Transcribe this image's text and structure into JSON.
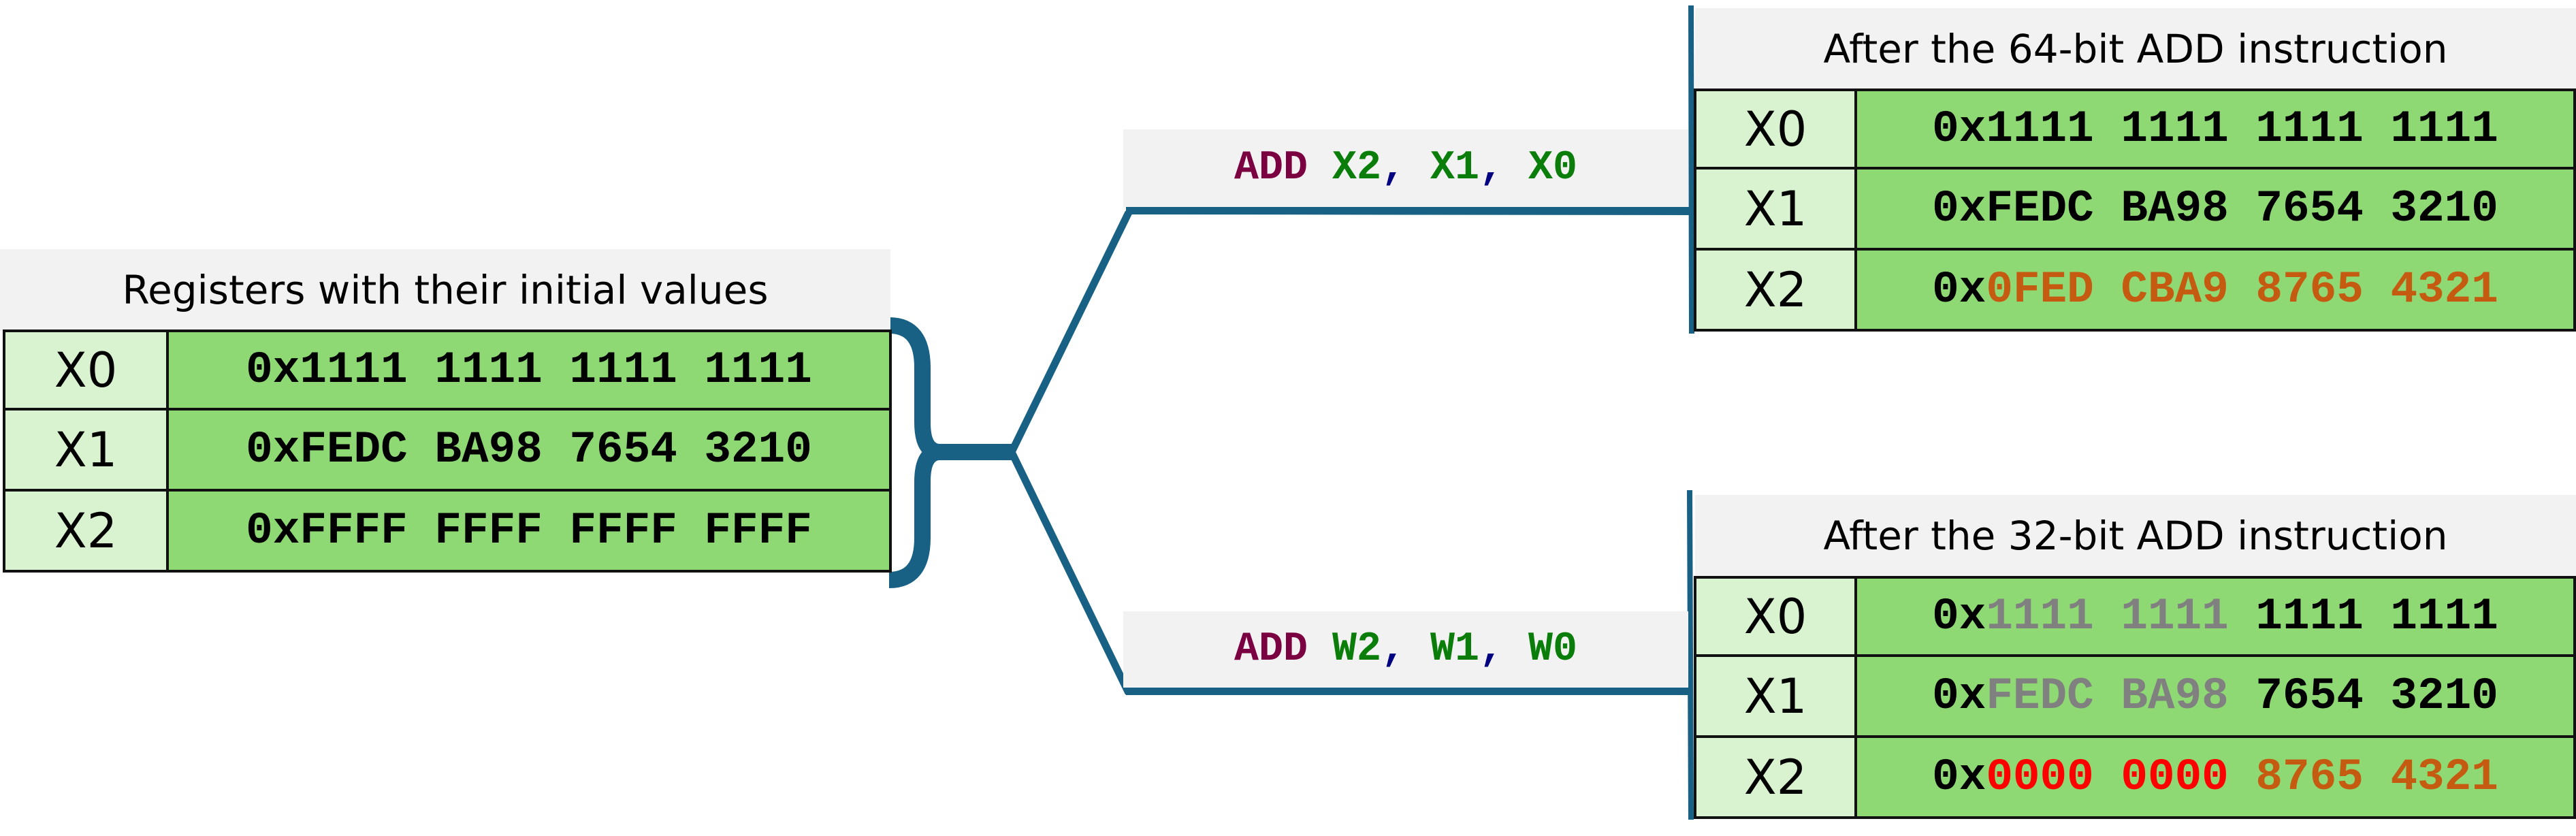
{
  "colors": {
    "connector": "#186184",
    "header_bg": "#f2f2f2",
    "reg_bg": "#d9f2d0",
    "value_bg": "#8fd974",
    "mnemonic": "#7b0041",
    "operand": "#0a7d0a",
    "comma": "#000080",
    "changed": "#c55a11",
    "ignored": "#808080",
    "zeroed": "#ff0000",
    "normal": "#000000"
  },
  "initial": {
    "title": "Registers with their initial values",
    "rows": [
      {
        "reg": "X0",
        "parts": [
          {
            "text": "0x1111 1111 1111 1111",
            "tone": "normal"
          }
        ]
      },
      {
        "reg": "X1",
        "parts": [
          {
            "text": "0xFEDC BA98 7654 3210",
            "tone": "normal"
          }
        ]
      },
      {
        "reg": "X2",
        "parts": [
          {
            "text": "0xFFFF FFFF FFFF FFFF",
            "tone": "normal"
          }
        ]
      }
    ]
  },
  "instr64": {
    "mnemonic": "ADD",
    "ops": [
      "X2",
      "X1",
      "X0"
    ],
    "comma": ","
  },
  "instr32": {
    "mnemonic": "ADD",
    "ops": [
      "W2",
      "W1",
      "W0"
    ],
    "comma": ","
  },
  "after64": {
    "title": "After the 64-bit ADD instruction",
    "rows": [
      {
        "reg": "X0",
        "parts": [
          {
            "text": "0x1111 1111 1111 1111",
            "tone": "normal"
          }
        ]
      },
      {
        "reg": "X1",
        "parts": [
          {
            "text": "0xFEDC BA98 7654 3210",
            "tone": "normal"
          }
        ]
      },
      {
        "reg": "X2",
        "parts": [
          {
            "text": "0x",
            "tone": "normal"
          },
          {
            "text": "0FED CBA9 8765 4321",
            "tone": "changed"
          }
        ]
      }
    ]
  },
  "after32": {
    "title": "After the 32-bit ADD instruction",
    "rows": [
      {
        "reg": "X0",
        "parts": [
          {
            "text": "0x",
            "tone": "normal"
          },
          {
            "text": "1111 1111",
            "tone": "ignored"
          },
          {
            "text": " 1111 1111",
            "tone": "normal"
          }
        ]
      },
      {
        "reg": "X1",
        "parts": [
          {
            "text": "0x",
            "tone": "normal"
          },
          {
            "text": "FEDC BA98",
            "tone": "ignored"
          },
          {
            "text": " 7654 3210",
            "tone": "normal"
          }
        ]
      },
      {
        "reg": "X2",
        "parts": [
          {
            "text": "0x",
            "tone": "normal"
          },
          {
            "text": "0000 0000",
            "tone": "zeroed"
          },
          {
            "text": " ",
            "tone": "normal"
          },
          {
            "text": "8765 4321",
            "tone": "changed"
          }
        ]
      }
    ]
  }
}
